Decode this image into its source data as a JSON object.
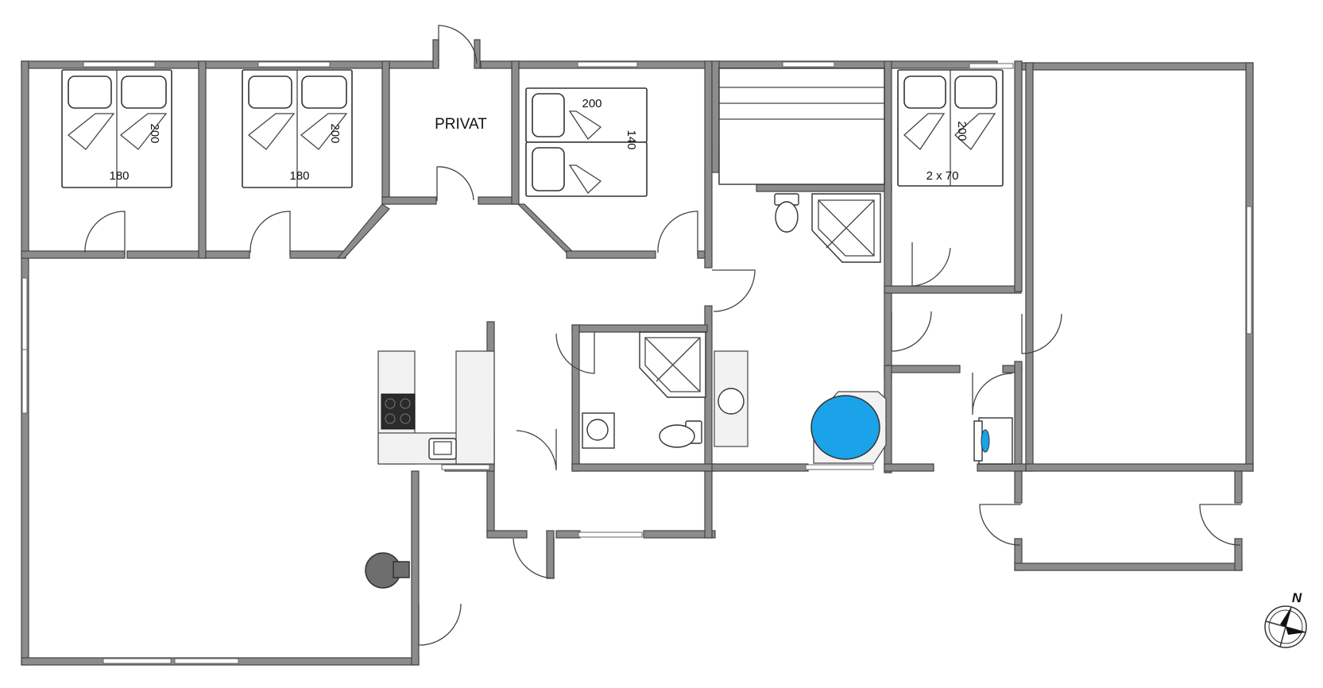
{
  "rooms": {
    "privat_label": "PRIVAT"
  },
  "beds": {
    "bedroom1_width": "180",
    "bedroom1_length": "200",
    "bedroom2_width": "180",
    "bedroom2_length": "200",
    "bedroom3_length": "200",
    "bedroom3_width": "140",
    "bedroom4_width": "2 x 70",
    "bedroom4_length": "200"
  },
  "compass": {
    "label": "N"
  },
  "colors": {
    "wall": "#8c8c8c",
    "wall_outline": "#444444",
    "bathtub": "#1aa3e8",
    "stove": "#2b2b2b",
    "fireplace": "#6e6e6e"
  }
}
